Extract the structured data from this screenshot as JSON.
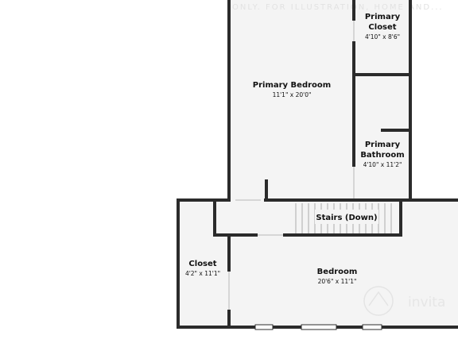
{
  "watermark": {
    "text": "ONLY. FOR ILLUSTRATION, HOME AND...",
    "brand": "invita"
  },
  "rooms": {
    "primary_closet": {
      "name_line1": "Primary",
      "name_line2": "Closet",
      "dims": "4'10\" x 8'6\""
    },
    "primary_bedroom": {
      "name": "Primary Bedroom",
      "dims": "11'1\" x 20'0\""
    },
    "primary_bathroom": {
      "name_line1": "Primary",
      "name_line2": "Bathroom",
      "dims": "4'10\" x 11'2\""
    },
    "stairs": {
      "name": "Stairs (Down)"
    },
    "closet": {
      "name": "Closet",
      "dims": "4'2\" x 11'1\""
    },
    "bedroom": {
      "name": "Bedroom",
      "dims": "20'6\" x 11'1\""
    }
  },
  "colors": {
    "wall": "#2b2b2b",
    "floor": "#f4f4f4",
    "door_gap": "#ffffff",
    "window": "#d9d9d9"
  },
  "icons": {
    "brand_logo": "invita-logo-icon",
    "stairs": "stair-treads-icon"
  }
}
